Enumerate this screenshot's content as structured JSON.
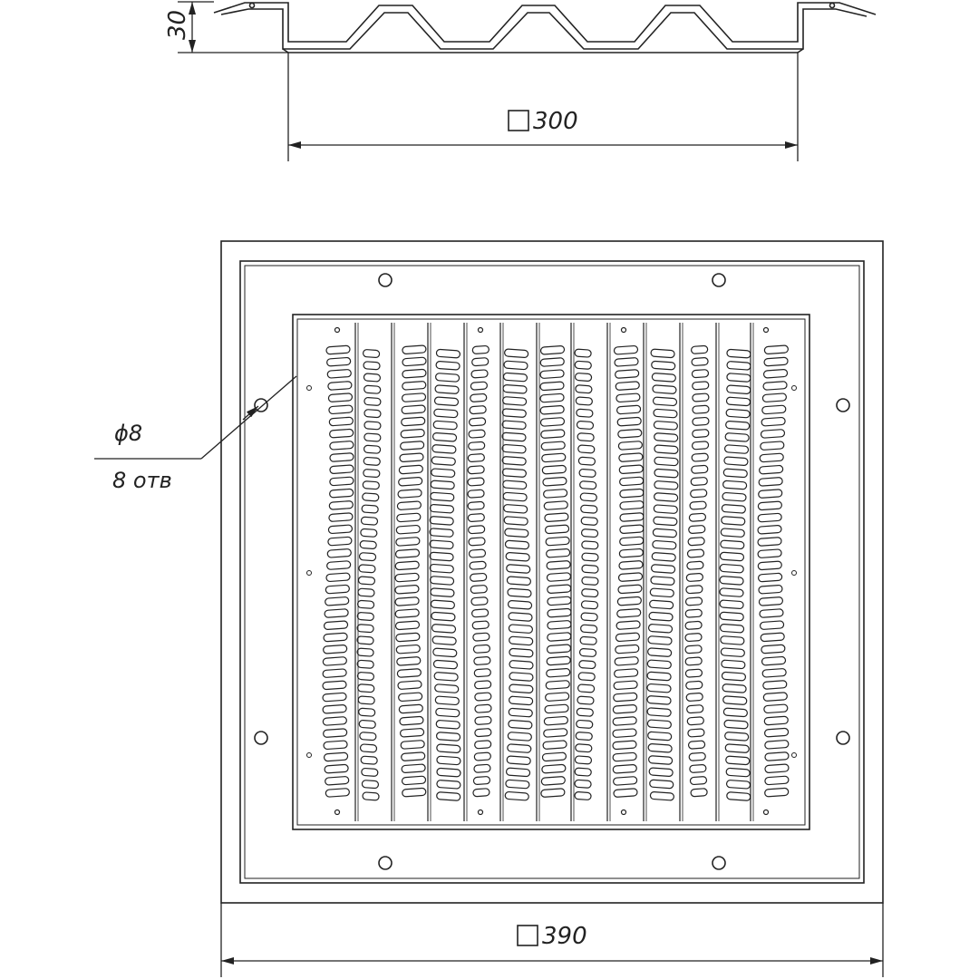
{
  "drawing": {
    "section_view": {
      "height_dim": "30",
      "width_dim": "300"
    },
    "plan_view": {
      "overall_dim": "390",
      "hole_callout": {
        "diameter": "ϕ8",
        "count": "8 отв"
      }
    },
    "line_color": "#222222",
    "background": "#ffffff"
  }
}
